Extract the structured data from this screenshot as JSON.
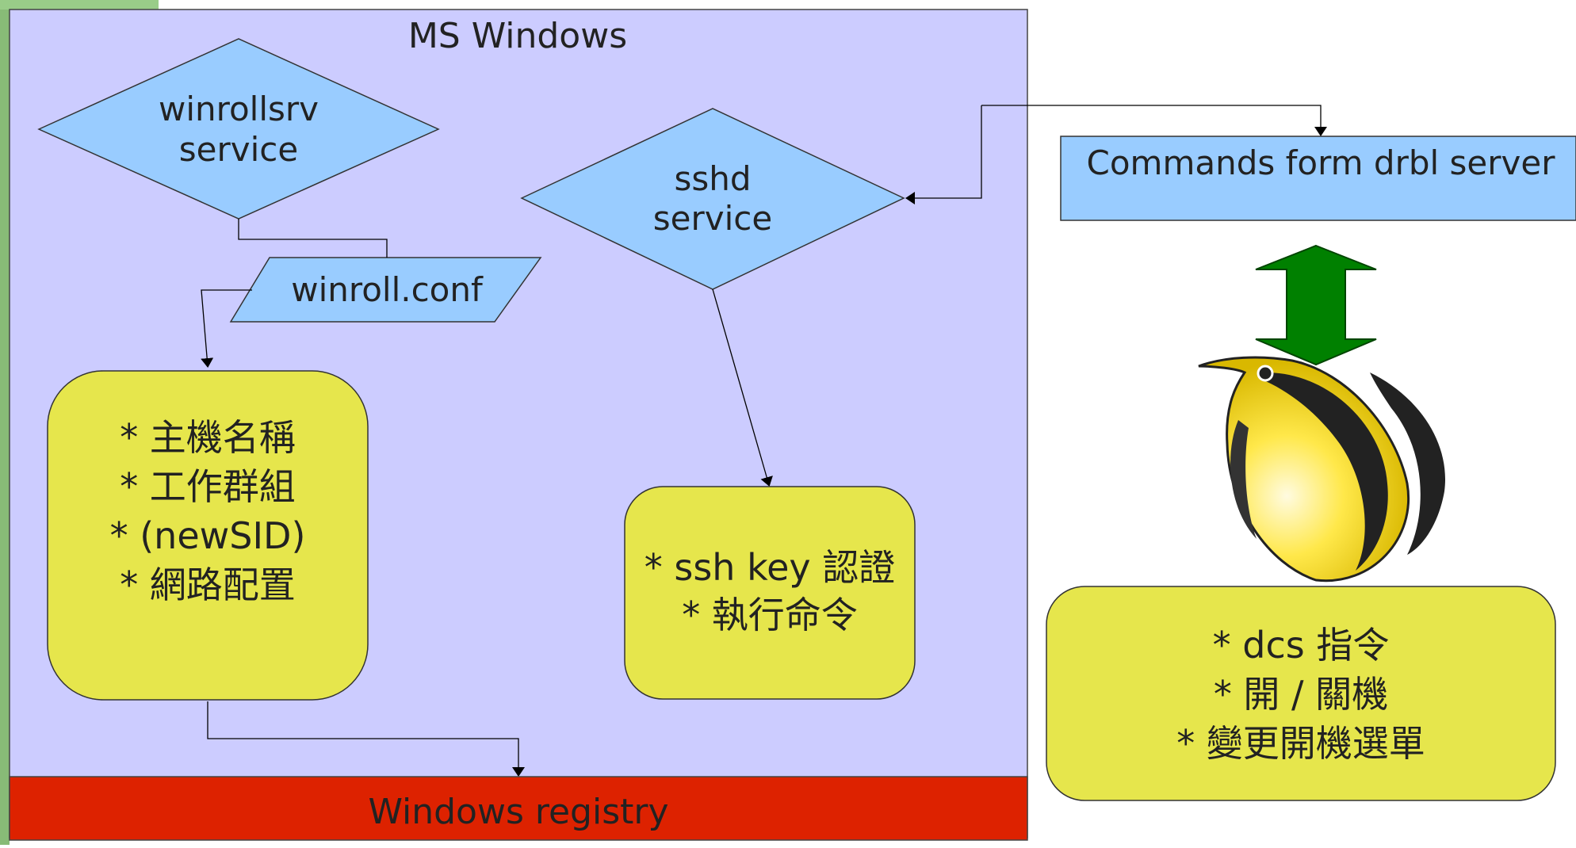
{
  "colors": {
    "windows_box": "#ccccff",
    "diamond": "#99ccff",
    "note_box": "#e6e64c",
    "registry": "#dd2200",
    "command_box": "#99ccff",
    "arrow_green": "#008000",
    "edge_green": "#88bb77",
    "text": "#222222"
  },
  "windows": {
    "title": "MS Windows",
    "registry_label": "Windows registry"
  },
  "winrollsrv": {
    "line1": "winrollsrv",
    "line2": "service"
  },
  "sshd": {
    "line1": "sshd",
    "line2": "service"
  },
  "winroll_conf": "winroll.conf",
  "winroll_box": {
    "lines": [
      "*  主機名稱",
      "*  工作群組",
      "* (newSID)",
      "*  網路配置"
    ]
  },
  "ssh_box": {
    "lines": [
      "* ssh key 認證",
      "*  執行命令"
    ]
  },
  "drbl": {
    "command_label": "Commands form drbl server",
    "logo_icon": "drbl-bird-logo-icon",
    "lines": [
      "* dcs  指令",
      "*  開 / 關機",
      "*  變更開機選單"
    ]
  }
}
